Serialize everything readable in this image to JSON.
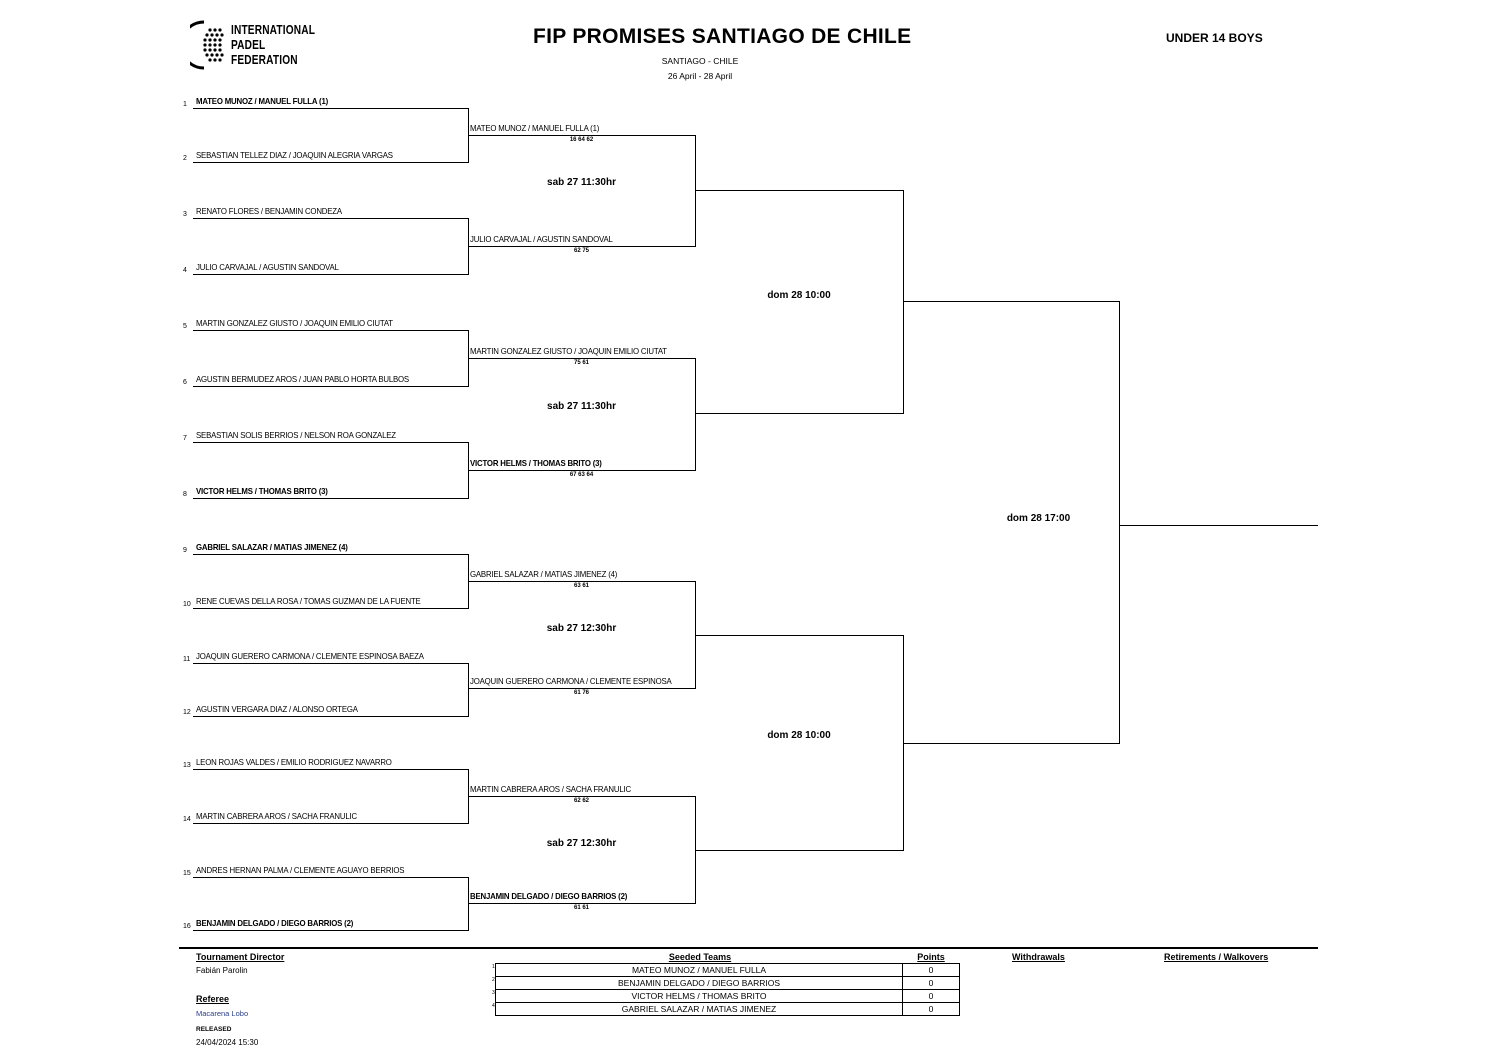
{
  "header": {
    "logo_lines": [
      "INTERNATIONAL",
      "PADEL",
      "FEDERATION"
    ],
    "title": "FIP PROMISES SANTIAGO DE CHILE",
    "category": "UNDER 14 BOYS",
    "location": "SANTIAGO - CHILE",
    "dates": "26 April - 28 April"
  },
  "round1": [
    {
      "seed": "1",
      "team": "MATEO MUNOZ / MANUEL FULLA (1)",
      "bold": true
    },
    {
      "seed": "2",
      "team": "SEBASTIAN TELLEZ DIAZ / JOAQUIN ALEGRIA VARGAS",
      "bold": false
    },
    {
      "seed": "3",
      "team": "RENATO FLORES / BENJAMIN CONDEZA",
      "bold": false
    },
    {
      "seed": "4",
      "team": "JULIO CARVAJAL / AGUSTIN SANDOVAL",
      "bold": false
    },
    {
      "seed": "5",
      "team": "MARTIN GONZALEZ GIUSTO / JOAQUIN EMILIO CIUTAT",
      "bold": false
    },
    {
      "seed": "6",
      "team": "AGUSTIN BERMUDEZ AROS / JUAN PABLO HORTA BULBOS",
      "bold": false
    },
    {
      "seed": "7",
      "team": "SEBASTIAN SOLIS BERRIOS / NELSON ROA GONZALEZ",
      "bold": false
    },
    {
      "seed": "8",
      "team": "VICTOR HELMS / THOMAS BRITO (3)",
      "bold": true
    },
    {
      "seed": "9",
      "team": "GABRIEL SALAZAR / MATIAS JIMENEZ (4)",
      "bold": true
    },
    {
      "seed": "10",
      "team": "RENE CUEVAS DELLA ROSA / TOMAS GUZMAN DE LA FUENTE",
      "bold": false
    },
    {
      "seed": "11",
      "team": "JOAQUIN GUERERO CARMONA / CLEMENTE ESPINOSA BAEZA",
      "bold": false
    },
    {
      "seed": "12",
      "team": "AGUSTIN VERGARA DIAZ / ALONSO ORTEGA",
      "bold": false
    },
    {
      "seed": "13",
      "team": "LEON ROJAS VALDES / EMILIO RODRIGUEZ NAVARRO",
      "bold": false
    },
    {
      "seed": "14",
      "team": "MARTIN CABRERA AROS / SACHA FRANULIC",
      "bold": false
    },
    {
      "seed": "15",
      "team": "ANDRES HERNAN PALMA  / CLEMENTE AGUAYO BERRIOS",
      "bold": false
    },
    {
      "seed": "16",
      "team": "BENJAMIN DELGADO / DIEGO BARRIOS (2)",
      "bold": true
    }
  ],
  "round2": [
    {
      "team": "MATEO MUNOZ / MANUEL FULLA (1)",
      "score": "16 64 62",
      "bold": false
    },
    {
      "team": "JULIO CARVAJAL / AGUSTIN SANDOVAL",
      "score": "62 75",
      "bold": false
    },
    {
      "team": "MARTIN GONZALEZ GIUSTO / JOAQUIN EMILIO CIUTAT",
      "score": "75 61",
      "bold": false
    },
    {
      "team": "VICTOR HELMS / THOMAS BRITO (3)",
      "score": "67 63 64",
      "bold": true
    },
    {
      "team": "GABRIEL SALAZAR / MATIAS JIMENEZ (4)",
      "score": "63 61",
      "bold": false
    },
    {
      "team": "JOAQUIN GUERERO CARMONA / CLEMENTE ESPINOSA",
      "score": "61 76",
      "bold": false
    },
    {
      "team": "MARTIN CABRERA AROS / SACHA FRANULIC",
      "score": "62 62",
      "bold": false
    },
    {
      "team": "BENJAMIN DELGADO / DIEGO BARRIOS (2)",
      "score": "61 61",
      "bold": true
    }
  ],
  "qf_times": [
    "sab 27 11:30hr",
    "sab 27 11:30hr",
    "sab 27 12:30hr",
    "sab 27 12:30hr"
  ],
  "sf_times": [
    "dom 28 10:00",
    "dom 28 10:00"
  ],
  "final_time": "dom 28 17:00",
  "footer": {
    "director_label": "Tournament Director",
    "director_name": "Fabián Parolin",
    "referee_label": "Referee",
    "referee_name": "Macarena Lobo",
    "released_label": "RELEASED",
    "released_date": "24/04/2024 15:30",
    "seeded_label": "Seeded Teams",
    "points_label": "Points",
    "withdrawals_label": "Withdrawals",
    "retirements_label": "Retirements / Walkovers",
    "seeds": [
      {
        "n": "1",
        "team": "MATEO MUNOZ / MANUEL FULLA",
        "points": "0"
      },
      {
        "n": "2",
        "team": "BENJAMIN DELGADO / DIEGO BARRIOS",
        "points": "0"
      },
      {
        "n": "3",
        "team": "VICTOR HELMS / THOMAS BRITO",
        "points": "0"
      },
      {
        "n": "4",
        "team": "GABRIEL SALAZAR / MATIAS JIMENEZ",
        "points": "0"
      }
    ]
  }
}
